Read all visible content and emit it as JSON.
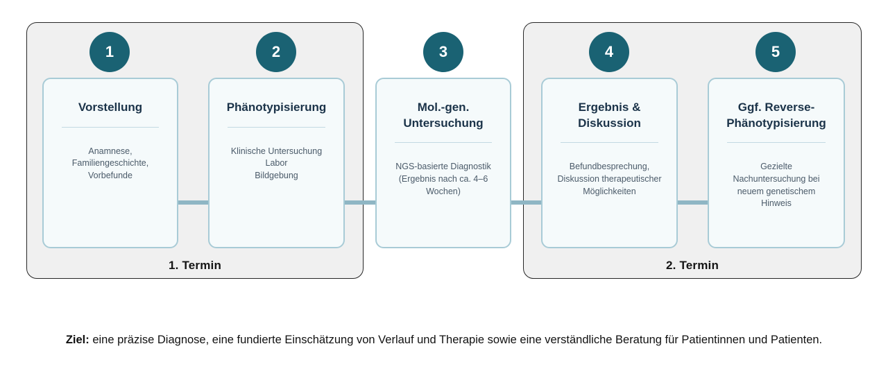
{
  "diagram": {
    "groups": [
      {
        "id": "termin-1",
        "label": "1. Termin"
      },
      {
        "id": "termin-2",
        "label": "2. Termin"
      }
    ],
    "steps": [
      {
        "number": "1",
        "title": "Vorstellung",
        "description": "Anamnese,\nFamiliengeschichte,\nVorbefunde"
      },
      {
        "number": "2",
        "title": "Phänotypisierung",
        "description": "Klinische Untersuchung\nLabor\nBildgebung"
      },
      {
        "number": "3",
        "title": "Mol.-gen.\nUntersuchung",
        "description": "NGS-basierte Diagnostik\n(Ergebnis nach ca. 4–6\nWochen)"
      },
      {
        "number": "4",
        "title": "Ergebnis &\nDiskussion",
        "description": "Befundbesprechung,\nDiskussion therapeutischer\nMöglichkeiten"
      },
      {
        "number": "5",
        "title": "Ggf. Reverse-\nPhänotypisierung",
        "description": "Gezielte\nNachuntersuchung bei\nneuem genetischem\nHinweis"
      }
    ],
    "footer": {
      "lead": "Ziel:",
      "text": " eine präzise Diagnose, eine fundierte Einschätzung  von Verlauf und Therapie sowie eine verständliche Beratung für Patientinnen und Patienten."
    },
    "colors": {
      "badge": "#1a6273",
      "card_bg": "#f5fafb",
      "card_border": "#a8cbd6",
      "group_bg": "#f0f0f0",
      "group_border": "#262626",
      "connector": "#8fb6c4",
      "title_text": "#1b3349",
      "body_text": "#4a5a69"
    }
  }
}
